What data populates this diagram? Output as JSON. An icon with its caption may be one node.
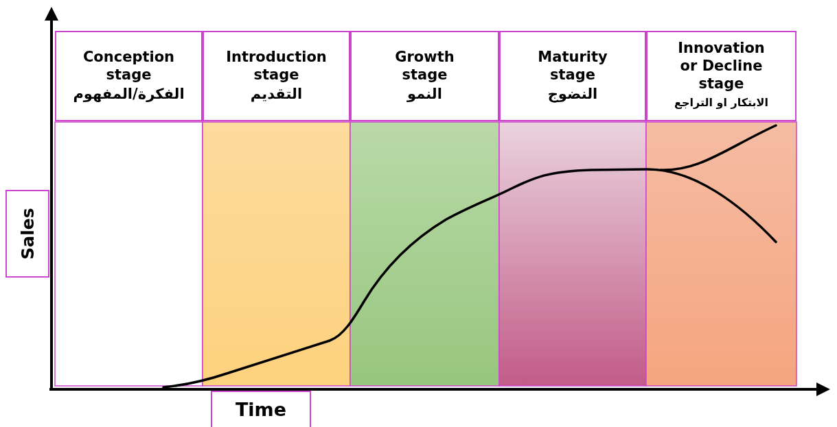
{
  "diagram": {
    "nodes": [
      {
        "text": [
          "Conception stage",
          "الفكرة/المفهوم"
        ]
      },
      {
        "text": [
          "Introduction stage",
          "التقديم"
        ]
      },
      {
        "text": [
          "Growth stage",
          "النمو"
        ]
      },
      {
        "text": [
          "Maturity stage",
          "النضوج"
        ]
      },
      {
        "text": [
          "Innovation or Decline stage",
          "الابتكار او التراجع"
        ]
      },
      {
        "text": [
          "Sales"
        ]
      },
      {
        "text": [
          "Time"
        ]
      }
    ]
  }
}
